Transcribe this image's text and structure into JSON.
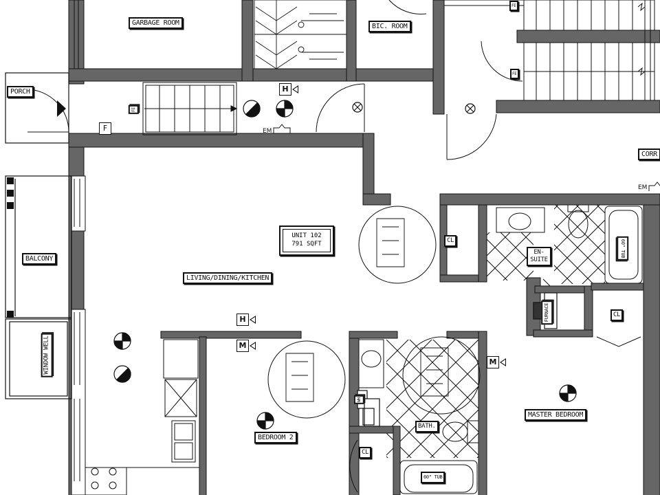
{
  "rooms": {
    "garbage_room": "GARBAGE ROOM",
    "bic_room": "BIC. ROOM",
    "porch": "PORCH",
    "balcony": "BALCONY",
    "window_well": "WINDOW WELL",
    "living": "LIVING/DINING/KITCHEN",
    "bedroom2": "BEDROOM 2",
    "master": "MASTER BEDROOM",
    "bath": "BATH.",
    "ensuite": "EN-SUITE",
    "corridor": "CORR",
    "furnace": "FURNACE"
  },
  "unit": {
    "name": "UNIT 102",
    "area": "791 SQFT"
  },
  "closets": {
    "cl1": "CL",
    "cl2": "CL",
    "cl3": "CL"
  },
  "fixtures": {
    "tub1": "60\" TUB",
    "tub2": "60\" TUB",
    "wh": "WH",
    "fire": "F",
    "fe1": "FE",
    "fe2": "FE",
    "fe3": "FE"
  },
  "symbols": {
    "h": "H",
    "m": "M",
    "em": "EM"
  }
}
